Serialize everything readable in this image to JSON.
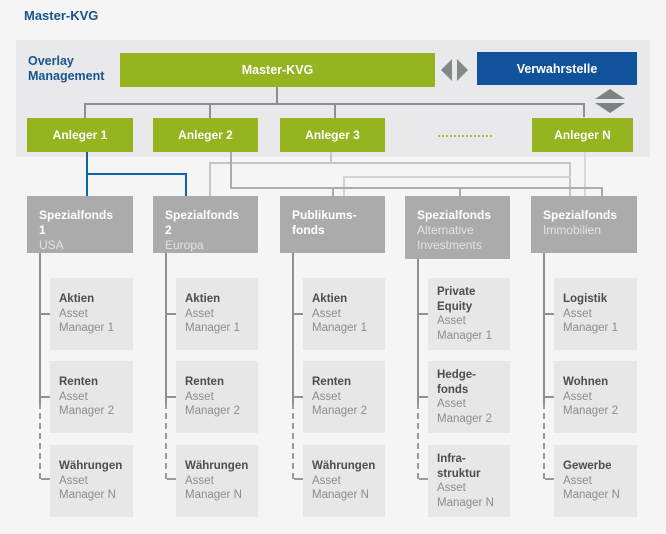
{
  "page_title": "Master-KVG",
  "band": {
    "overlay_label": "Overlay\nManagement",
    "master_box_label": "Master-KVG",
    "verwahrstelle_label": "Verwahrstelle"
  },
  "anleger": [
    {
      "label": "Anleger 1"
    },
    {
      "label": "Anleger 2"
    },
    {
      "label": "Anleger 3"
    },
    {
      "label": "Anleger N"
    }
  ],
  "columns": [
    {
      "title": "Spezialfonds 1",
      "subtitle": "USA",
      "funds": [
        {
          "title": "Aktien",
          "manager": "Asset\nManager 1"
        },
        {
          "title": "Renten",
          "manager": "Asset\nManager 2"
        },
        {
          "title": "Währungen",
          "manager": "Asset\nManager N"
        }
      ]
    },
    {
      "title": "Spezialfonds 2",
      "subtitle": "Europa",
      "funds": [
        {
          "title": "Aktien",
          "manager": "Asset\nManager 1"
        },
        {
          "title": "Renten",
          "manager": "Asset\nManager 2"
        },
        {
          "title": "Währungen",
          "manager": "Asset\nManager N"
        }
      ]
    },
    {
      "title": "Publikums-\nfonds",
      "subtitle": "",
      "funds": [
        {
          "title": "Aktien",
          "manager": "Asset\nManager 1"
        },
        {
          "title": "Renten",
          "manager": "Asset\nManager 2"
        },
        {
          "title": "Währungen",
          "manager": "Asset\nManager N"
        }
      ]
    },
    {
      "title": "Spezialfonds",
      "subtitle": "Alternative\nInvestments",
      "funds": [
        {
          "title": "Private\nEquity",
          "manager": "Asset\nManager 1"
        },
        {
          "title": "Hedge-\nfonds",
          "manager": "Asset\nManager 2"
        },
        {
          "title": "Infra-\nstruktur",
          "manager": "Asset\nManager N"
        }
      ]
    },
    {
      "title": "Spezialfonds",
      "subtitle": "Immobilien",
      "funds": [
        {
          "title": "Logistik",
          "manager": "Asset\nManager 1"
        },
        {
          "title": "Wohnen",
          "manager": "Asset\nManager 2"
        },
        {
          "title": "Gewerbe",
          "manager": "Asset\nManager N"
        }
      ]
    }
  ],
  "colors": {
    "green": "#95b41f",
    "dark_blue": "#10529b",
    "blue_line": "#0f63a6",
    "text_blue": "#15548e"
  }
}
